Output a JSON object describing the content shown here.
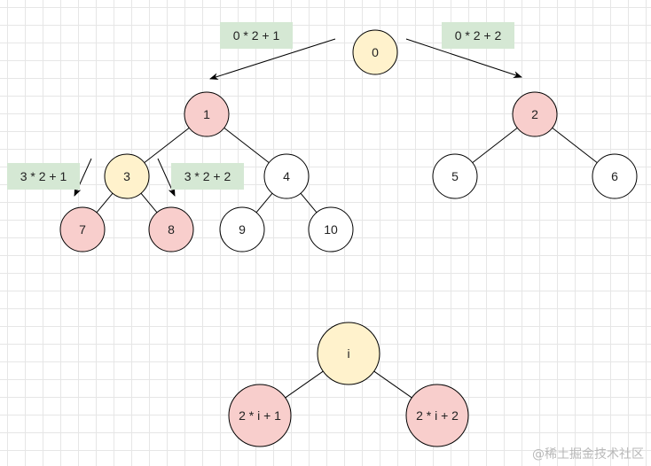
{
  "colors": {
    "highlight_fill": "#fff2cc",
    "highlight_stroke": "#d6b656",
    "child_fill": "#f8cecc",
    "child_stroke": "#b85450",
    "plain_fill": "#ffffff",
    "formula_fill": "#d5e8d4"
  },
  "nodes": [
    {
      "id": "n0",
      "label": "0",
      "style": "highlight"
    },
    {
      "id": "n1",
      "label": "1",
      "style": "child"
    },
    {
      "id": "n2",
      "label": "2",
      "style": "child"
    },
    {
      "id": "n3",
      "label": "3",
      "style": "highlight"
    },
    {
      "id": "n4",
      "label": "4",
      "style": "plain"
    },
    {
      "id": "n5",
      "label": "5",
      "style": "plain"
    },
    {
      "id": "n6",
      "label": "6",
      "style": "plain"
    },
    {
      "id": "n7",
      "label": "7",
      "style": "child"
    },
    {
      "id": "n8",
      "label": "8",
      "style": "child"
    },
    {
      "id": "n9",
      "label": "9",
      "style": "plain"
    },
    {
      "id": "n10",
      "label": "10",
      "style": "plain"
    },
    {
      "id": "ni",
      "label": "i",
      "style": "highlight"
    },
    {
      "id": "nleft",
      "label": "2 * i + 1",
      "style": "child"
    },
    {
      "id": "nright",
      "label": "2 * i + 2",
      "style": "child"
    }
  ],
  "edges": [
    {
      "from": "n1",
      "to": "n3"
    },
    {
      "from": "n1",
      "to": "n4"
    },
    {
      "from": "n2",
      "to": "n5"
    },
    {
      "from": "n2",
      "to": "n6"
    },
    {
      "from": "n3",
      "to": "n7"
    },
    {
      "from": "n3",
      "to": "n8"
    },
    {
      "from": "n4",
      "to": "n9"
    },
    {
      "from": "n4",
      "to": "n10"
    },
    {
      "from": "ni",
      "to": "nleft"
    },
    {
      "from": "ni",
      "to": "nright"
    }
  ],
  "formulas": [
    {
      "id": "f-0-left",
      "label": "0 * 2 + 1"
    },
    {
      "id": "f-0-right",
      "label": "0 * 2 + 2"
    },
    {
      "id": "f-3-left",
      "label": "3 * 2 + 1"
    },
    {
      "id": "f-3-right",
      "label": "3 * 2 + 2"
    }
  ],
  "watermark": "@稀土掘金技术社区"
}
